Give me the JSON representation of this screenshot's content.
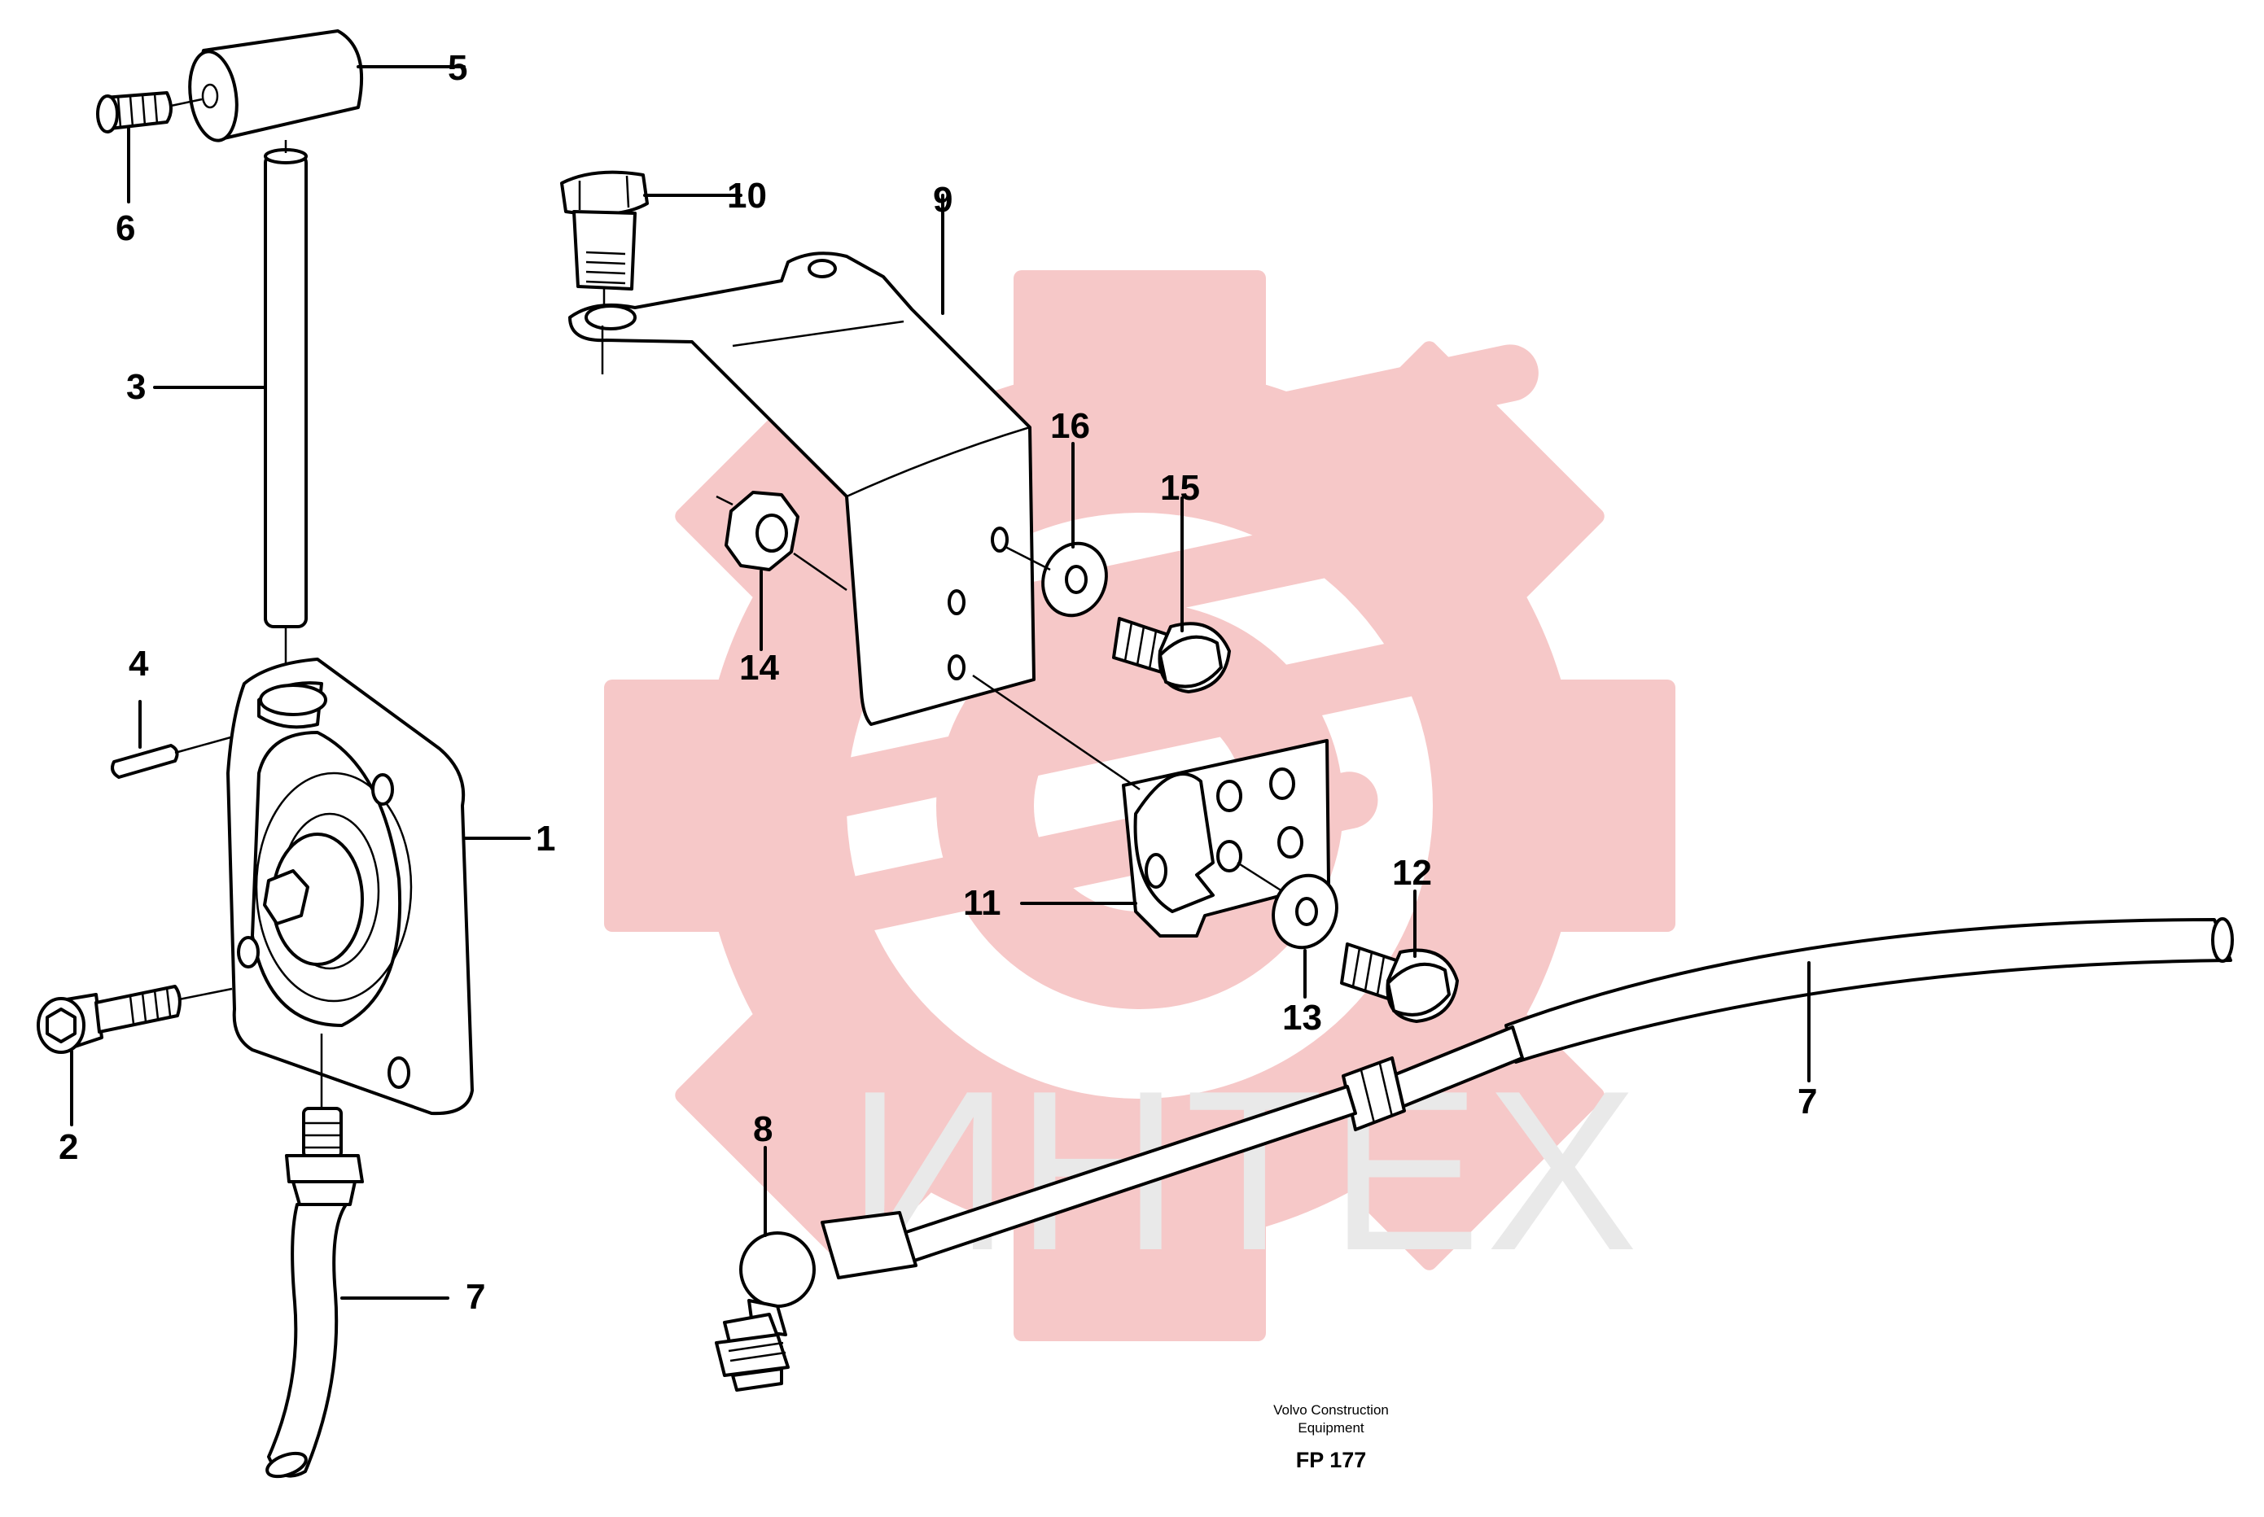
{
  "watermark": {
    "text": "ИНТЕХ",
    "gear_color": "#f6c8c8",
    "text_color": "#e9e9e9"
  },
  "callouts": {
    "p1": "1",
    "p2": "2",
    "p3": "3",
    "p4": "4",
    "p5": "5",
    "p6": "6",
    "p7_left": "7",
    "p7_right": "7",
    "p8": "8",
    "p9": "9",
    "p10": "10",
    "p11": "11",
    "p12": "12",
    "p13": "13",
    "p14": "14",
    "p15": "15",
    "p16": "16"
  },
  "footer": {
    "company_line1": "Volvo Construction",
    "company_line2": "Equipment",
    "code": "FP 177"
  }
}
